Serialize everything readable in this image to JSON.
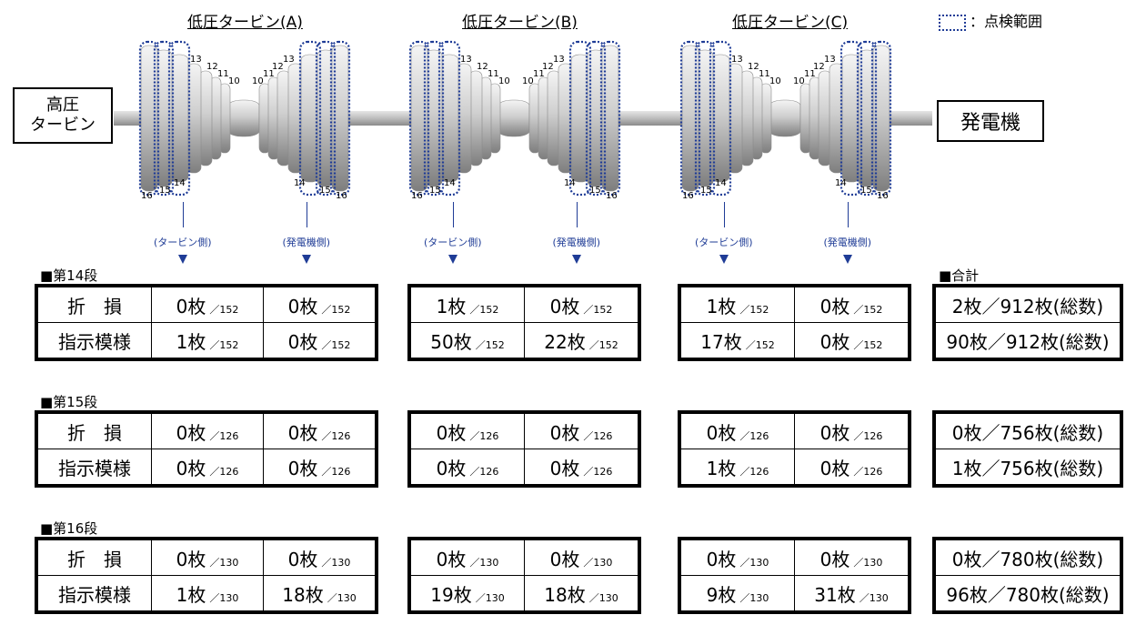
{
  "legend": {
    "label": "：点検範囲"
  },
  "diagram": {
    "hp_label": [
      "高圧",
      "タービン"
    ],
    "generator_label": "発電機",
    "turbines": [
      {
        "title": "低圧タービン(A)"
      },
      {
        "title": "低圧タービン(B)"
      },
      {
        "title": "低圧タービン(C)"
      }
    ],
    "side_labels": {
      "turbine_side": "(タービン側)",
      "generator_side": "(発電機側)"
    },
    "stage_labels_left": [
      "16",
      "15",
      "14",
      "13",
      "12",
      "11",
      "10"
    ],
    "stage_labels_right": [
      "10",
      "11",
      "12",
      "13",
      "14",
      "15",
      "16"
    ]
  },
  "row_labels": {
    "broken": "折　損",
    "indication": "指示模様"
  },
  "total_heading": "■合計",
  "sections": [
    {
      "heading": "■第14段",
      "broken": [
        [
          "0枚",
          "／152"
        ],
        [
          "0枚",
          "／152"
        ],
        [
          "1枚",
          "／152"
        ],
        [
          "0枚",
          "／152"
        ],
        [
          "1枚",
          "／152"
        ],
        [
          "0枚",
          "／152"
        ]
      ],
      "indication": [
        [
          "1枚",
          "／152"
        ],
        [
          "0枚",
          "／152"
        ],
        [
          "50枚",
          "／152"
        ],
        [
          "22枚",
          "／152"
        ],
        [
          "17枚",
          "／152"
        ],
        [
          "0枚",
          "／152"
        ]
      ],
      "total_broken": "2枚／912枚(総数)",
      "total_indication": "90枚／912枚(総数)"
    },
    {
      "heading": "■第15段",
      "broken": [
        [
          "0枚",
          "／126"
        ],
        [
          "0枚",
          "／126"
        ],
        [
          "0枚",
          "／126"
        ],
        [
          "0枚",
          "／126"
        ],
        [
          "0枚",
          "／126"
        ],
        [
          "0枚",
          "／126"
        ]
      ],
      "indication": [
        [
          "0枚",
          "／126"
        ],
        [
          "0枚",
          "／126"
        ],
        [
          "0枚",
          "／126"
        ],
        [
          "0枚",
          "／126"
        ],
        [
          "1枚",
          "／126"
        ],
        [
          "0枚",
          "／126"
        ]
      ],
      "total_broken": "0枚／756枚(総数)",
      "total_indication": "1枚／756枚(総数)"
    },
    {
      "heading": "■第16段",
      "broken": [
        [
          "0枚",
          "／130"
        ],
        [
          "0枚",
          "／130"
        ],
        [
          "0枚",
          "／130"
        ],
        [
          "0枚",
          "／130"
        ],
        [
          "0枚",
          "／130"
        ],
        [
          "0枚",
          "／130"
        ]
      ],
      "indication": [
        [
          "1枚",
          "／130"
        ],
        [
          "18枚",
          "／130"
        ],
        [
          "19枚",
          "／130"
        ],
        [
          "18枚",
          "／130"
        ],
        [
          "9枚",
          "／130"
        ],
        [
          "31枚",
          "／130"
        ]
      ],
      "total_broken": "0枚／780枚(総数)",
      "total_indication": "96枚／780枚(総数)"
    }
  ],
  "colors": {
    "accent": "#1f3c96",
    "blade_light": "#f2f2f2",
    "blade_dark": "#8c8c8c"
  }
}
